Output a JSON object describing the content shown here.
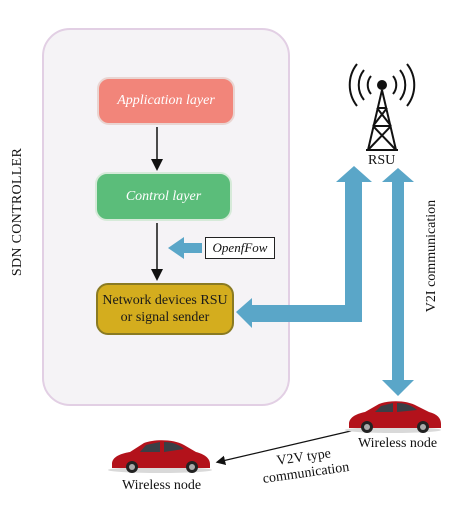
{
  "controller": {
    "label": "SDN CONTROLLER"
  },
  "layers": {
    "application": "Application layer",
    "control": "Control layer",
    "network": [
      "Network devices RSU",
      "or signal sender"
    ]
  },
  "openflow_label": "OpenfFow",
  "rsu_label": "RSU",
  "v2i_label": "V2I communication",
  "v2v_label": [
    "V2V type",
    "communication"
  ],
  "nodes": {
    "node_right": "Wireless node",
    "node_left": "Wireless node"
  },
  "colors": {
    "application": "#f2857a",
    "control": "#5bbd7a",
    "network": "#d4ad1e",
    "arrow_blue": "#5aa6c8",
    "car_red": "#b3121b"
  },
  "icons": [
    "tower-icon",
    "car-icon"
  ]
}
